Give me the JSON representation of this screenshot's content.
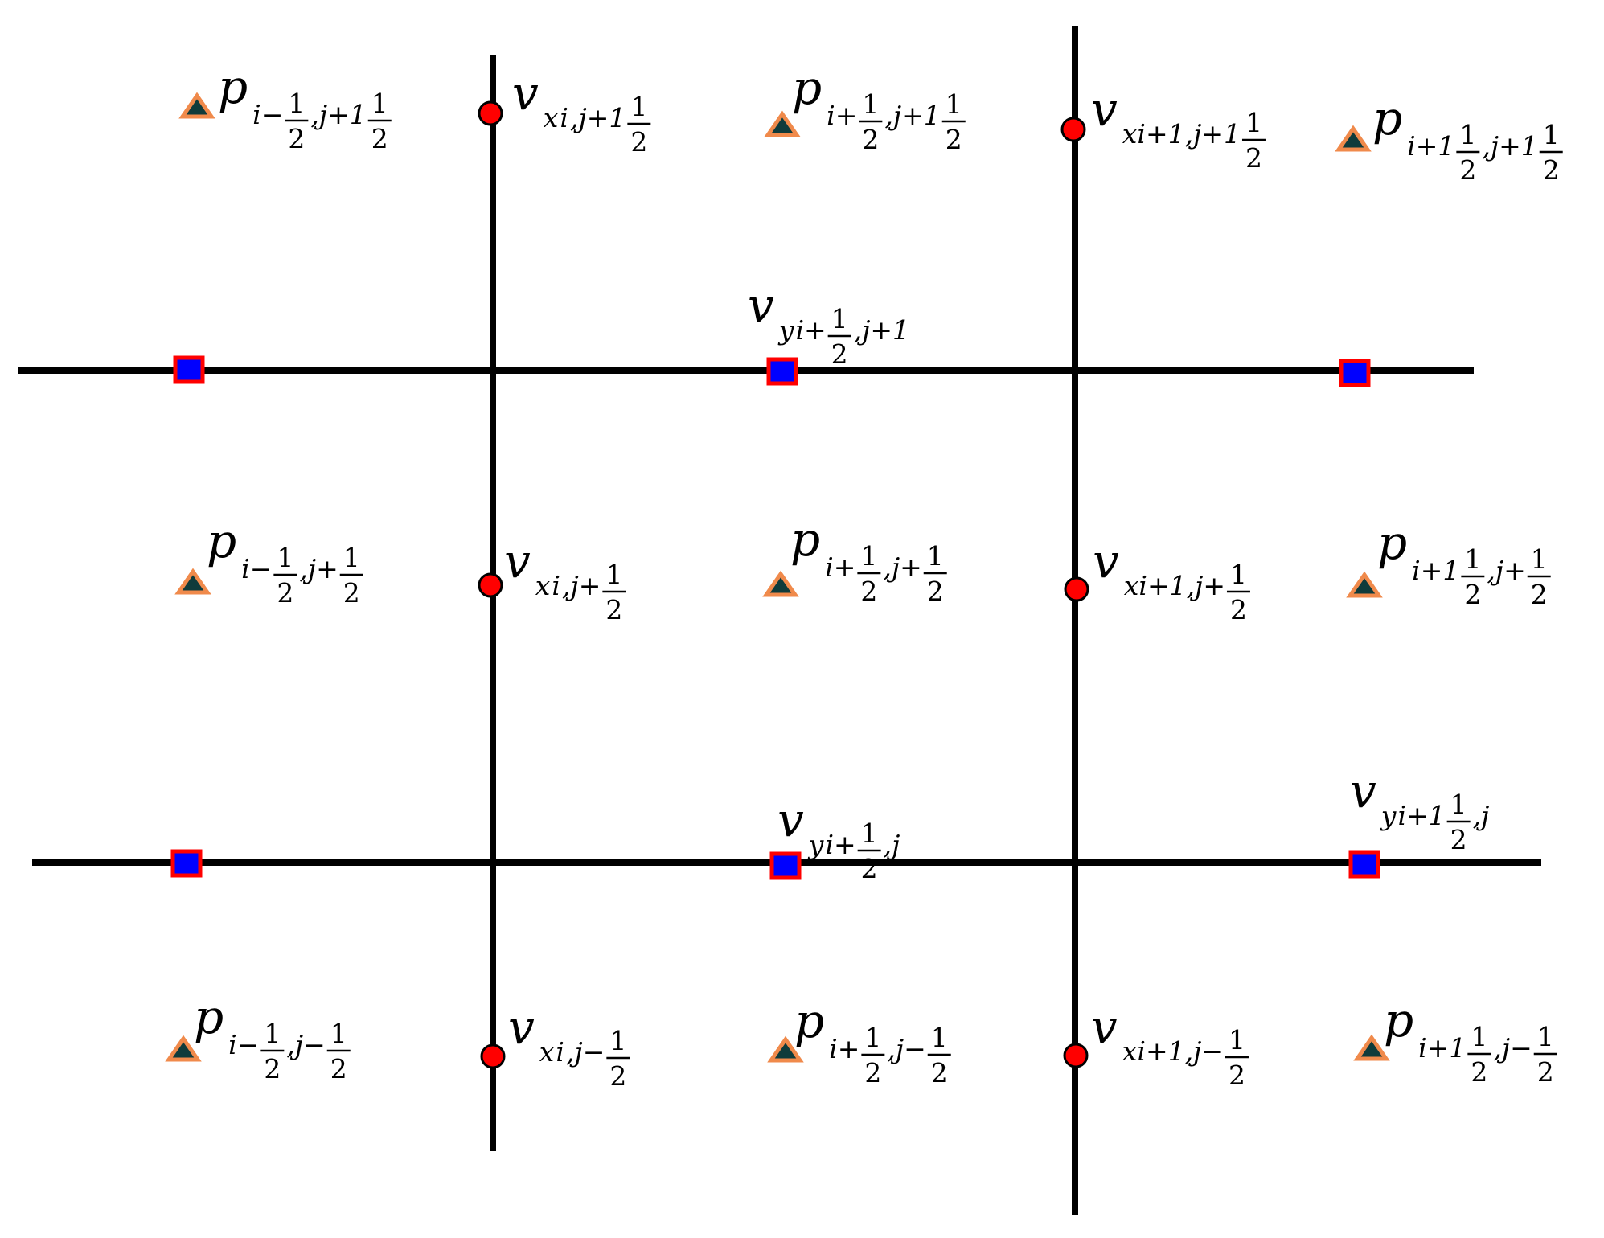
{
  "colors": {
    "line": "#000000",
    "p_marker_fill": "#0f3b3b",
    "p_marker_stroke": "#f08a4b",
    "vx_marker_fill": "#ff0000",
    "vy_marker_fill": "#0000ff",
    "vy_marker_stroke": "#ff0000"
  },
  "icons": {
    "pressure": "triangle-marker",
    "vx": "circle-marker",
    "vy": "square-marker"
  },
  "labels": {
    "p_i-1/2_j+3/2": {
      "symbol": "p",
      "sub": [
        {
          "t": "i−"
        },
        {
          "f": [
            "1",
            "2"
          ]
        },
        {
          "t": ",j+1"
        },
        {
          "f": [
            "1",
            "2"
          ]
        }
      ]
    },
    "vx_i_j+3/2": {
      "symbol": "v",
      "sub": [
        {
          "t": "x"
        },
        {
          "t": "i"
        },
        {
          "t": ",j+1"
        },
        {
          "f": [
            "1",
            "2"
          ]
        }
      ]
    },
    "p_i+1/2_j+3/2": {
      "symbol": "p",
      "sub": [
        {
          "t": "i+"
        },
        {
          "f": [
            "1",
            "2"
          ]
        },
        {
          "t": ",j+1"
        },
        {
          "f": [
            "1",
            "2"
          ]
        }
      ]
    },
    "vx_i+1_j+3/2": {
      "symbol": "v",
      "sub": [
        {
          "t": "xi+1,j+1"
        },
        {
          "f": [
            "1",
            "2"
          ]
        }
      ]
    },
    "p_i+3/2_j+3/2": {
      "symbol": "p",
      "sub": [
        {
          "t": "i+1"
        },
        {
          "f": [
            "1",
            "2"
          ]
        },
        {
          "t": ",j+1"
        },
        {
          "f": [
            "1",
            "2"
          ]
        }
      ]
    },
    "vy_i+1/2_j+1": {
      "symbol": "v",
      "sub": [
        {
          "t": "y"
        },
        {
          "t": "i+"
        },
        {
          "f": [
            "1",
            "2"
          ]
        },
        {
          "t": ",j+1"
        }
      ]
    },
    "p_i-1/2_j+1/2": {
      "symbol": "p",
      "sub": [
        {
          "t": "i−"
        },
        {
          "f": [
            "1",
            "2"
          ]
        },
        {
          "t": ",j+"
        },
        {
          "f": [
            "1",
            "2"
          ]
        }
      ]
    },
    "vx_i_j+1/2": {
      "symbol": "v",
      "sub": [
        {
          "t": "x"
        },
        {
          "t": "i"
        },
        {
          "t": ",j+"
        },
        {
          "f": [
            "1",
            "2"
          ]
        }
      ]
    },
    "p_i+1/2_j+1/2": {
      "symbol": "p",
      "sub": [
        {
          "t": "i+"
        },
        {
          "f": [
            "1",
            "2"
          ]
        },
        {
          "t": ",j+"
        },
        {
          "f": [
            "1",
            "2"
          ]
        }
      ]
    },
    "vx_i+1_j+1/2": {
      "symbol": "v",
      "sub": [
        {
          "t": "xi+1,j+"
        },
        {
          "f": [
            "1",
            "2"
          ]
        }
      ]
    },
    "p_i+3/2_j+1/2": {
      "symbol": "p",
      "sub": [
        {
          "t": "i+1"
        },
        {
          "f": [
            "1",
            "2"
          ]
        },
        {
          "t": ",j+"
        },
        {
          "f": [
            "1",
            "2"
          ]
        }
      ]
    },
    "vy_i+1/2_j": {
      "symbol": "v",
      "sub": [
        {
          "t": "y"
        },
        {
          "t": "i+"
        },
        {
          "f": [
            "1",
            "2"
          ]
        },
        {
          "t": ",j"
        }
      ]
    },
    "vy_i+3/2_j": {
      "symbol": "v",
      "sub": [
        {
          "t": "y"
        },
        {
          "t": "i+1"
        },
        {
          "f": [
            "1",
            "2"
          ]
        },
        {
          "t": ",j"
        }
      ]
    },
    "p_i-1/2_j-1/2": {
      "symbol": "p",
      "sub": [
        {
          "t": "i−"
        },
        {
          "f": [
            "1",
            "2"
          ]
        },
        {
          "t": ",j−"
        },
        {
          "f": [
            "1",
            "2"
          ]
        }
      ]
    },
    "vx_i_j-1/2": {
      "symbol": "v",
      "sub": [
        {
          "t": "x"
        },
        {
          "t": "i"
        },
        {
          "t": ",j−"
        },
        {
          "f": [
            "1",
            "2"
          ]
        }
      ]
    },
    "p_i+1/2_j-1/2": {
      "symbol": "p",
      "sub": [
        {
          "t": "i+"
        },
        {
          "f": [
            "1",
            "2"
          ]
        },
        {
          "t": ",j−"
        },
        {
          "f": [
            "1",
            "2"
          ]
        }
      ]
    },
    "vx_i+1_j-1/2": {
      "symbol": "v",
      "sub": [
        {
          "t": "xi+1,j−"
        },
        {
          "f": [
            "1",
            "2"
          ]
        }
      ]
    },
    "p_i+3/2_j-1/2": {
      "symbol": "p",
      "sub": [
        {
          "t": "i+1"
        },
        {
          "f": [
            "1",
            "2"
          ]
        },
        {
          "t": ",j−"
        },
        {
          "f": [
            "1",
            "2"
          ]
        }
      ]
    }
  }
}
